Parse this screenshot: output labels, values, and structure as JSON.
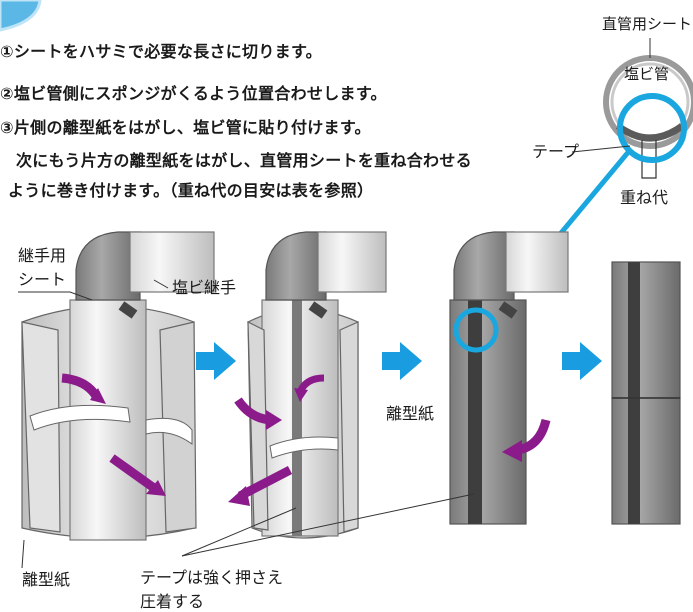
{
  "instructions": {
    "step1": "①シートをハサミで必要な長さに切ります。",
    "step2": "②塩ビ管側にスポンジがくるよう位置合わせします。",
    "step3": "③片側の離型紙をはがし、塩ビ管に貼り付けます。",
    "step3_cont1": "次にもう片方の離型紙をはがし、直管用シートを重ね合わせる",
    "step3_cont2": "ように巻き付けます。（重ね代の目安は表を参照）"
  },
  "labels": {
    "straight_sheet": "直管用シート",
    "pvc_pipe": "塩ビ管",
    "tape": "テープ",
    "overlap": "重ね代",
    "joint_sheet_line1": "継手用",
    "joint_sheet_line2": "シート",
    "pvc_joint": "塩ビ継手",
    "release_paper_center": "離型紙",
    "release_paper_left": "離型紙",
    "tape_press_line1": "テープは強く押さえ",
    "tape_press_line2": "圧着する"
  },
  "colors": {
    "sheet_gray": "#8a8a8a",
    "sheet_dark": "#4a4a4a",
    "pipe_light": "#e9e9e9",
    "arrow_purple": "#8b1a8b",
    "arrow_blue": "#1a9de0",
    "highlight_cyan": "#1aa7e0"
  }
}
